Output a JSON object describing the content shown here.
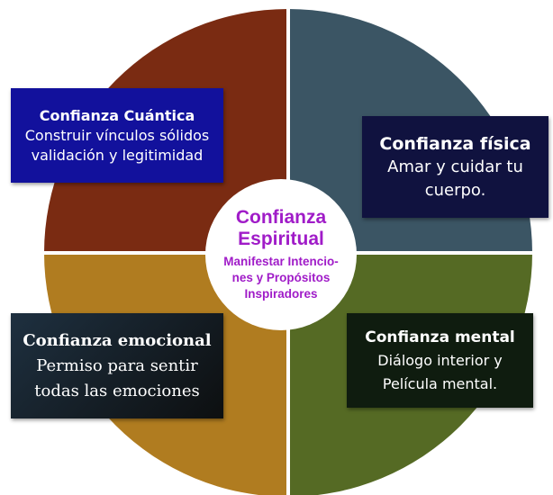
{
  "colors": {
    "top_left": "#7a2b12",
    "top_right": "#3b5564",
    "bottom_right": "#556a24",
    "bottom_left": "#b07c20",
    "center_text": "#a01cc8"
  },
  "center": {
    "title_line1": "Confianza",
    "title_line2": "Espiritual",
    "desc_line1": "Manifestar Intencio-",
    "desc_line2": "nes y Propósitos",
    "desc_line3": "Inspiradores"
  },
  "quadrants": {
    "cuantica": {
      "title": "Confianza Cuántica",
      "line1": "Construir vínculos sólidos",
      "line2": "validación y legitimidad"
    },
    "fisica": {
      "title": "Confianza física",
      "line1": "Amar y cuidar tu",
      "line2": "cuerpo."
    },
    "emocional": {
      "title": "Confianza emocional",
      "line1": "Permiso para sentir",
      "line2": "todas las emociones"
    },
    "mental": {
      "title": "Confianza mental",
      "line1": "Diálogo interior y",
      "line2": "Película mental."
    }
  }
}
